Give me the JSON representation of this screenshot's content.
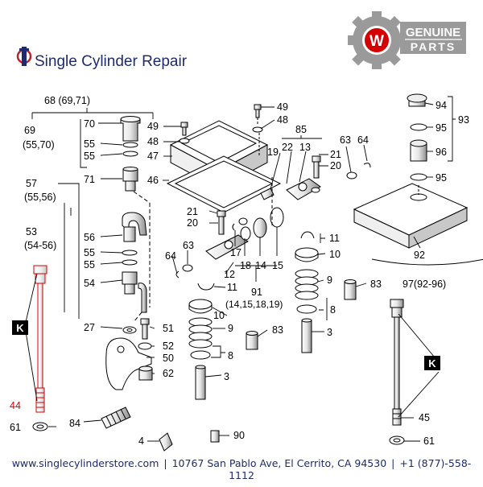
{
  "brand": {
    "title": "Single Cylinder Repair",
    "badge_top": "GENUINE",
    "badge_bottom": "PARTS",
    "badge_letter": "W"
  },
  "footer": {
    "website": "www.singlecylinderstore.com",
    "address": "10767 San Pablo Ave, El Cerrito, CA 94530",
    "phone": "+1 (877)-558-1112"
  },
  "colors": {
    "brand_navy": "#1d2a6e",
    "brand_red": "#c0202a",
    "highlight_red": "#d40000",
    "badge_gray": "#9a9a9a"
  },
  "labels": {
    "g68": "68 (69,71)",
    "n69": "69",
    "n69sub": "(55,70)",
    "n70": "70",
    "n55a": "55",
    "n55b": "55",
    "n71": "71",
    "n57": "57",
    "n57sub": "(55,56)",
    "n53": "53",
    "n53sub": "(54-56)",
    "n56": "56",
    "n55c": "55",
    "n55d": "55",
    "n54": "54",
    "n27": "27",
    "n51": "51",
    "n52": "52",
    "n50": "50",
    "n62": "62",
    "n44": "44",
    "n61a": "61",
    "n84": "84",
    "n4": "4",
    "n90": "90",
    "k1": "K",
    "k2": "K",
    "n49a": "49",
    "n48a": "48",
    "n47": "47",
    "n49b": "49",
    "n48b": "48",
    "n85": "85",
    "n46": "46",
    "n19": "19",
    "n22": "22",
    "n13": "13",
    "n63a": "63",
    "n64a": "64",
    "n21a": "21",
    "n20a": "20",
    "n21b": "21",
    "n20b": "20",
    "n17": "17",
    "n18": "18",
    "n14": "14",
    "n15": "15",
    "n63b": "63",
    "n64b": "64",
    "n12": "12",
    "n11a": "11",
    "n91": "91",
    "n91sub": "(14,15,18,19)",
    "n10a": "10",
    "n9a": "9",
    "n83a": "83",
    "n8a": "8",
    "n3a": "3",
    "n11b": "11",
    "n10b": "10",
    "n9b": "9",
    "n83b": "83",
    "n8b": "8",
    "n3b": "3",
    "n94": "94",
    "n95a": "95",
    "n93": "93",
    "n96": "96",
    "n95b": "95",
    "n92": "92",
    "n97": "97(92-96)",
    "n45": "45",
    "n61b": "61"
  }
}
